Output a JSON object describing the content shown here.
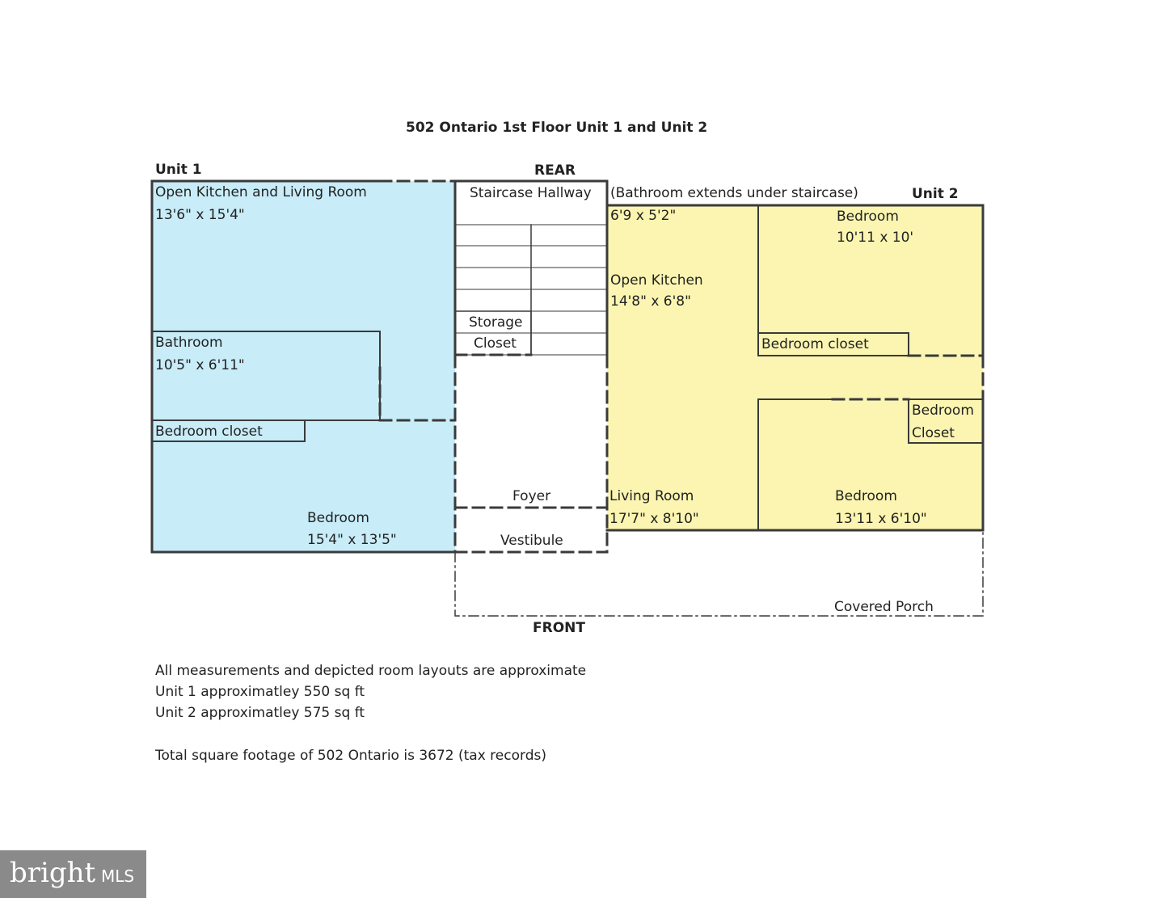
{
  "title": "502 Ontario 1st Floor Unit 1 and Unit 2",
  "orientation": {
    "rear": "REAR",
    "front": "FRONT"
  },
  "unit1": {
    "label": "Unit 1",
    "kitchen_living": {
      "name": "Open Kitchen and Living Room",
      "size": "13'6\" x 15'4\""
    },
    "bathroom": {
      "name": "Bathroom",
      "size": "10'5\" x 6'11\""
    },
    "closet": {
      "name": "Bedroom closet"
    },
    "bedroom": {
      "name": "Bedroom",
      "size": "15'4\" x 13'5\""
    }
  },
  "common": {
    "staircase": "Staircase Hallway",
    "storage_line1": "Storage",
    "storage_line2": "Closet",
    "foyer": "Foyer",
    "vestibule": "Vestibule",
    "porch": "Covered Porch"
  },
  "unit2": {
    "label": "Unit 2",
    "bath_note": "(Bathroom extends under staircase)",
    "bath_size": "6'9 x 5'2\"",
    "kitchen": {
      "name": "Open Kitchen",
      "size": "14'8\" x 6'8\""
    },
    "living": {
      "name": "Living Room",
      "size": "17'7\" x 8'10\""
    },
    "bedroom1": {
      "name": "Bedroom",
      "size": "10'11 x 10'"
    },
    "closet1": {
      "name": "Bedroom closet"
    },
    "closet2_line1": "Bedroom",
    "closet2_line2": "Closet",
    "bedroom2": {
      "name": "Bedroom",
      "size": "13'11 x 6'10\""
    }
  },
  "notes": [
    "All measurements and depicted room layouts are approximate",
    "Unit 1 approximatley 550 sq ft",
    "Unit 2 approximatley 575 sq ft",
    "Total square footage of 502 Ontario is 3672 (tax records)"
  ],
  "watermark": {
    "word": "bright",
    "suffix": "MLS"
  },
  "colors": {
    "unit1_fill": "#c8ecf8",
    "unit2_fill": "#fbf5b1",
    "wall": "#3a3a3a"
  }
}
